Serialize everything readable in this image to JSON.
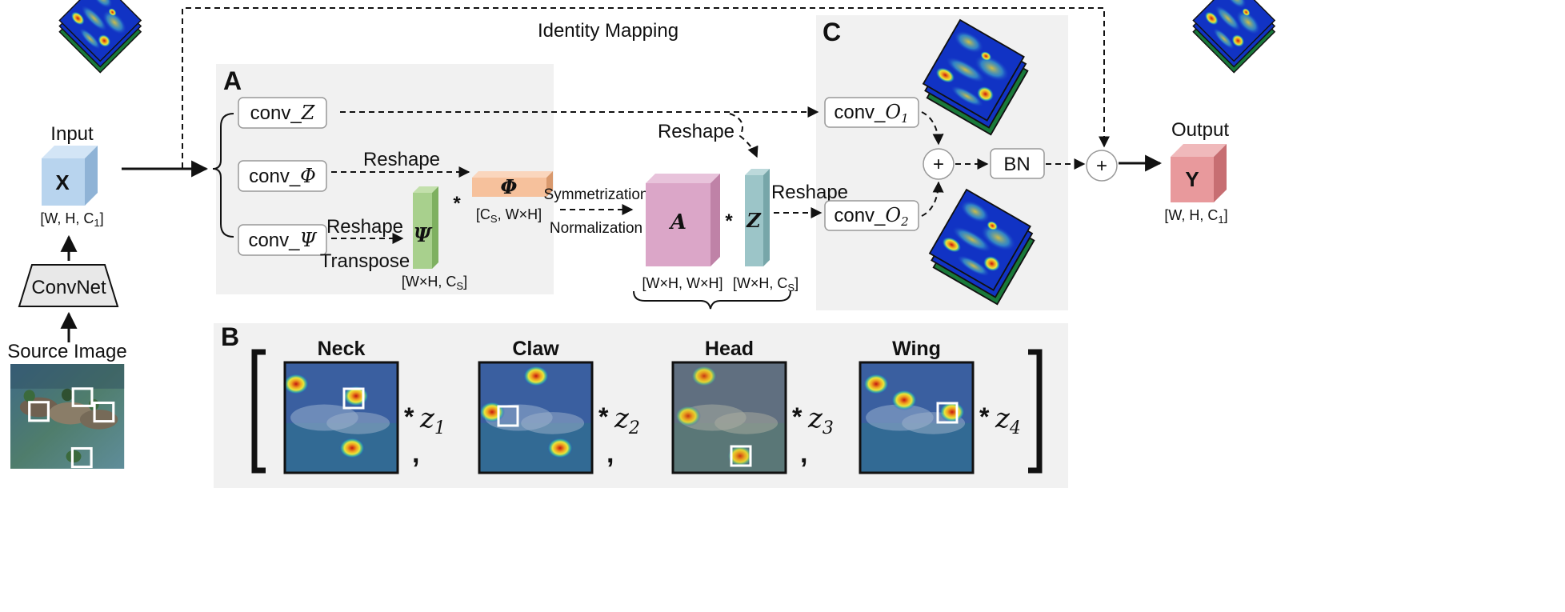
{
  "labels": {
    "identity_mapping": "Identity Mapping",
    "input": "Input",
    "output": "Output",
    "source_image": "Source Image",
    "convnet": "ConvNet",
    "x": "X",
    "y": "Y",
    "input_shape": "[W, H, C",
    "input_shape_sub": "1",
    "output_shape": "[W, H, C",
    "output_shape_sub": "1",
    "shape_close": "]"
  },
  "panels": {
    "a": "A",
    "b": "B",
    "c": "C"
  },
  "panel_a": {
    "conv_z": "conv_",
    "conv_z_var": "Z",
    "conv_phi": "conv_",
    "conv_phi_var": "Φ",
    "conv_psi": "conv_",
    "conv_psi_var": "Ψ",
    "reshape_phi": "Reshape",
    "reshape_psi": "Reshape",
    "transpose": "Transpose",
    "phi_block": "Φ",
    "psi_block": "Ψ",
    "phi_shape_a": "[C",
    "phi_shape_sub": "S",
    "phi_shape_b": ", W×H]",
    "psi_shape_a": "[W×H, C",
    "psi_shape_sub": "S",
    "psi_shape_b": "]",
    "mult": "*"
  },
  "middle": {
    "symmetrization": "Symmetrization",
    "normalization": "Normalization",
    "a_block": "A",
    "z_block": "Z",
    "reshape_top": "Reshape",
    "reshape_right": "Reshape",
    "a_shape": "[W×H, W×H]",
    "z_shape_a": "[W×H, C",
    "z_shape_sub": "S",
    "z_shape_b": "]",
    "mult": "*"
  },
  "panel_c": {
    "conv_o1": "conv_",
    "conv_o1_var": "O",
    "conv_o1_sub": "1",
    "conv_o2": "conv_",
    "conv_o2_var": "O",
    "conv_o2_sub": "2",
    "plus": "+",
    "bn": "BN",
    "plus_out": "+"
  },
  "panel_b": {
    "items": [
      {
        "title": "Neck",
        "coef": "z",
        "sub": "1"
      },
      {
        "title": "Claw",
        "coef": "z",
        "sub": "2"
      },
      {
        "title": "Head",
        "coef": "z",
        "sub": "3"
      },
      {
        "title": "Wing",
        "coef": "z",
        "sub": "4"
      }
    ],
    "mult": "*",
    "comma": ","
  },
  "colors": {
    "panel_bg": "#f1f1f1",
    "x_block": "#b8d4ee",
    "y_block": "#e8999c",
    "phi_block": "#f6c19c",
    "psi_block": "#a8d08d",
    "a_block": "#dba6c8",
    "z_block": "#9cc5c8",
    "heat_blue": "#1133c4",
    "heat_red": "#d62418"
  }
}
